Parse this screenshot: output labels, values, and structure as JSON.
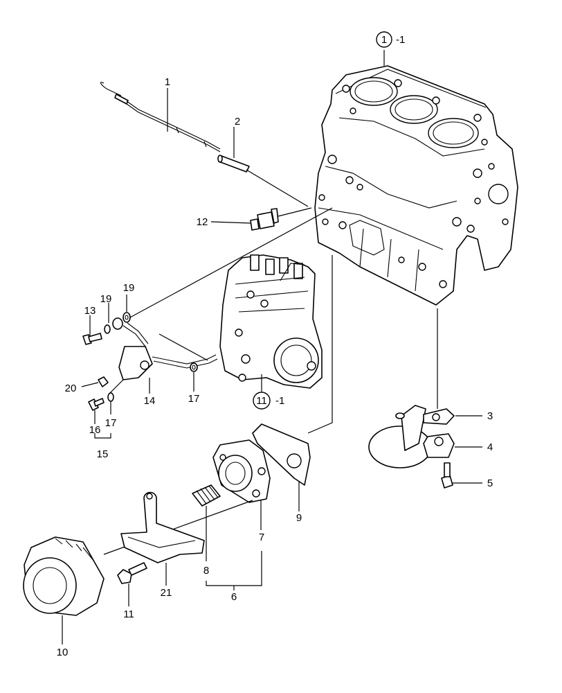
{
  "diagram": {
    "callouts": {
      "c1": "1",
      "c2": "2",
      "c3": "3",
      "c4": "4",
      "c5": "5",
      "c6": "6",
      "c7": "7",
      "c8": "8",
      "c9": "9",
      "c10": "10",
      "c11": "11",
      "c12": "12",
      "c13": "13",
      "c14": "14",
      "c15": "15",
      "c16": "16",
      "c17a": "17",
      "c17b": "17",
      "c19a": "19",
      "c19b": "19",
      "c20": "20",
      "c21": "21"
    },
    "references": {
      "block_num": "1",
      "block_suffix": "-1",
      "pump_num": "11",
      "pump_suffix": "-1"
    }
  }
}
